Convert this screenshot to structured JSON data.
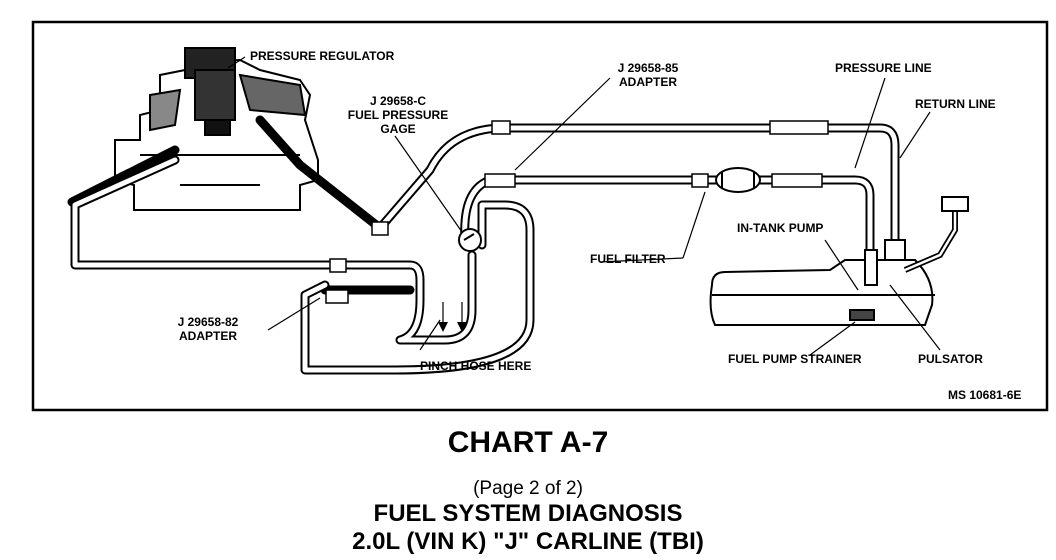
{
  "labels": {
    "pressure_regulator": "PRESSURE REGULATOR",
    "gage_1": "J 29658-C",
    "gage_2": "FUEL PRESSURE",
    "gage_3": "GAGE",
    "adapter85_1": "J 29658-85",
    "adapter85_2": "ADAPTER",
    "pressure_line": "PRESSURE LINE",
    "return_line": "RETURN LINE",
    "fuel_filter": "FUEL FILTER",
    "in_tank_pump": "IN-TANK PUMP",
    "adapter82_1": "J 29658-82",
    "adapter82_2": "ADAPTER",
    "pinch_hose": "PINCH HOSE HERE",
    "fuel_pump_strainer": "FUEL PUMP STRAINER",
    "pulsator": "PULSATOR",
    "figure_code": "MS 10681-6E"
  },
  "caption": {
    "title": "CHART A-7",
    "page": "(Page 2 of 2)",
    "subtitle": "FUEL SYSTEM DIAGNOSIS",
    "engine": "2.0L  (VIN K)  \"J\"  CARLINE  (TBI)"
  }
}
